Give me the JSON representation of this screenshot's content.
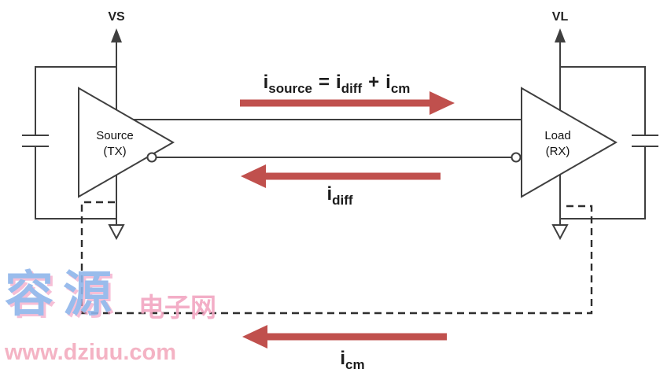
{
  "diagram": {
    "vs_label": "VS",
    "vl_label": "VL",
    "source": {
      "line1": "Source",
      "line2": "(TX)"
    },
    "load": {
      "line1": "Load",
      "line2": "(RX)"
    },
    "eq": {
      "i1": "i",
      "sub1": "source",
      "equals": "=",
      "i2": "i",
      "sub2": "diff",
      "plus": "+",
      "i3": "i",
      "sub3": "cm"
    },
    "idiff": {
      "i": "i",
      "sub": "diff"
    },
    "icm": {
      "i": "i",
      "sub": "cm"
    }
  },
  "colors": {
    "arrow_red": "#c0504d",
    "line": "#3f3f3f",
    "watermark_blue": "#8fb5ea",
    "watermark_pink": "#f2a6c2"
  },
  "watermark": {
    "chars": "容源",
    "site": "电子网",
    "url": "www.dziuu.com"
  }
}
